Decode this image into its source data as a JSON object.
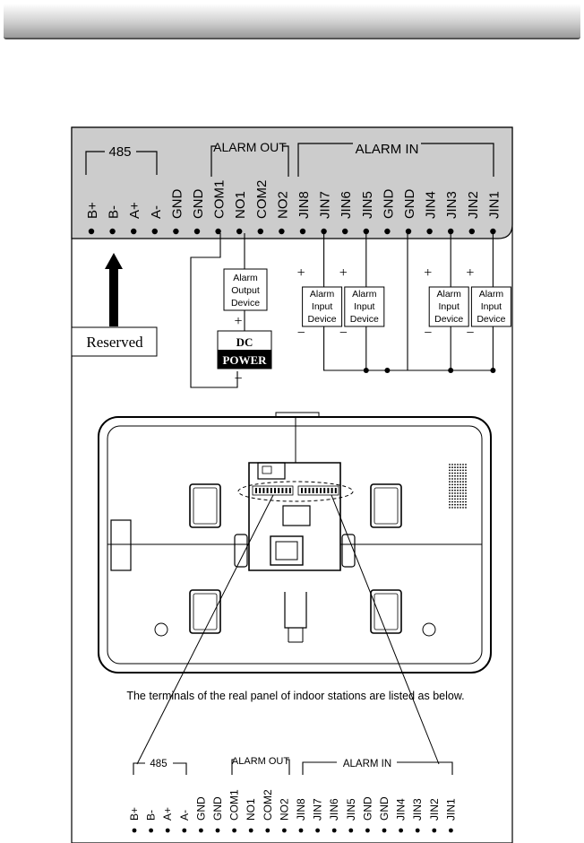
{
  "top_panel": {
    "group_485": "485",
    "group_alarm_out": "ALARM OUT",
    "group_alarm_in": "ALARM IN",
    "terminals": [
      "B+",
      "B-",
      "A+",
      "A-",
      "GND",
      "GND",
      "COM1",
      "NO1",
      "COM2",
      "NO2",
      "JIN8",
      "JIN7",
      "JIN6",
      "JIN5",
      "GND",
      "GND",
      "JIN4",
      "JIN3",
      "JIN2",
      "JIN1"
    ]
  },
  "reserved_label": "Reserved",
  "alarm_output_device": [
    "Alarm",
    "Output",
    "Device"
  ],
  "dc_power": {
    "line1": "DC",
    "line2": "POWER",
    "plus": "+",
    "minus": "−"
  },
  "alarm_input_devices": [
    {
      "lines": [
        "Alarm",
        "Input",
        "Device"
      ]
    },
    {
      "lines": [
        "Alarm",
        "Input",
        "Device"
      ]
    },
    {
      "lines": [
        "Alarm",
        "Input",
        "Device"
      ]
    },
    {
      "lines": [
        "Alarm",
        "Input",
        "Device"
      ]
    }
  ],
  "caption": "The terminals of the real panel of indoor stations are listed as below.",
  "bottom_panel": {
    "group_485": "485",
    "group_alarm_out": "ALARM OUT",
    "group_alarm_in": "ALARM IN",
    "terminals": [
      "B+",
      "B-",
      "A+",
      "A-",
      "GND",
      "GND",
      "COM1",
      "NO1",
      "COM2",
      "NO2",
      "JIN8",
      "JIN7",
      "JIN6",
      "JIN5",
      "GND",
      "GND",
      "JIN4",
      "JIN3",
      "JIN2",
      "JIN1"
    ]
  }
}
